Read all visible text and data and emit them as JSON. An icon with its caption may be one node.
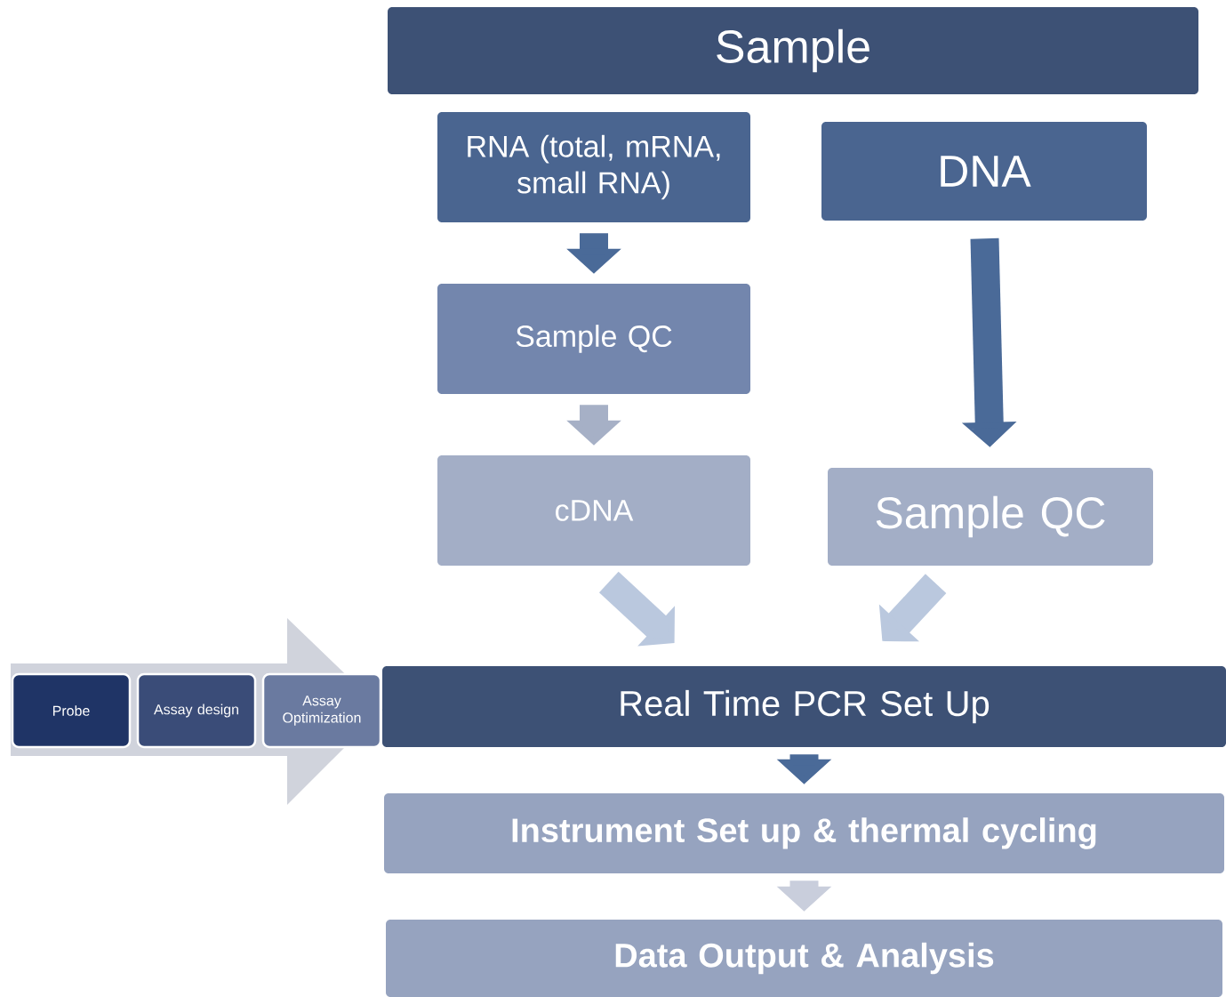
{
  "diagram": {
    "nodes": [
      {
        "text": [
          "Sample"
        ]
      },
      {
        "text": [
          "RNA (total, mRNA, small RNA)"
        ]
      },
      {
        "text": [
          "DNA"
        ]
      },
      {
        "text": [
          "Sample QC"
        ]
      },
      {
        "text": [
          "cDNA"
        ]
      },
      {
        "text": [
          "Sample QC"
        ]
      },
      {
        "text": [],
        "shape": "arrow"
      },
      {
        "text": [
          "Probe"
        ],
        "in": 6
      },
      {
        "text": [
          "Assay design"
        ],
        "in": 6
      },
      {
        "text": [
          "Assay Optimization"
        ],
        "in": 6
      },
      {
        "text": [
          "Real Time PCR Set Up"
        ]
      },
      {
        "text": [
          "Instrument Set up & thermal cycling"
        ]
      },
      {
        "text": [
          "Data Output & Analysis"
        ]
      }
    ],
    "edges": [
      {
        "from": 1,
        "to": 3,
        "arrow": "to",
        "color": "#4a6a98"
      },
      {
        "from": 3,
        "to": 4,
        "arrow": "to",
        "color": "#a6b0c6"
      },
      {
        "from": 2,
        "to": 5,
        "arrow": "to",
        "color": "#4a6a98"
      },
      {
        "from": 4,
        "to": 10,
        "arrow": "to",
        "color": "#bac8de"
      },
      {
        "from": 5,
        "to": 10,
        "arrow": "to",
        "color": "#bac8de"
      },
      {
        "from": 10,
        "to": 11,
        "arrow": "to",
        "color": "#4a6a98"
      },
      {
        "from": 11,
        "to": 12,
        "arrow": "to",
        "color": "#c9cedc"
      }
    ]
  }
}
